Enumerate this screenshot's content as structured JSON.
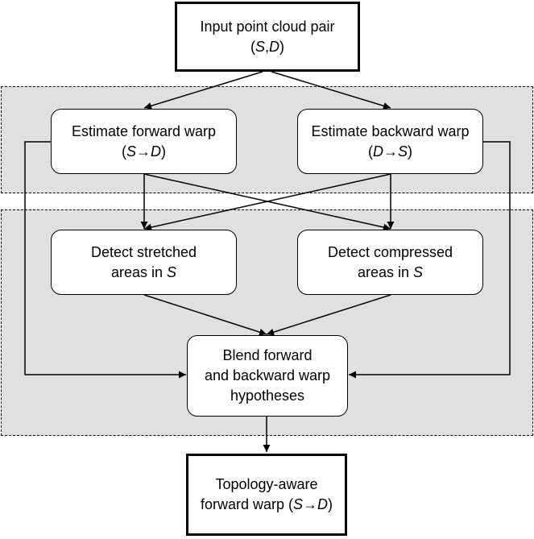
{
  "input_box": {
    "line1": "Input point cloud pair",
    "line2": {
      "open": "(",
      "s": "S",
      "sep": ",",
      "d": "D",
      "close": ")"
    }
  },
  "forward_box": {
    "line1": "Estimate forward warp",
    "line2": {
      "open": "(",
      "a": "S",
      "arrow": "→",
      "b": "D",
      "close": ")"
    }
  },
  "backward_box": {
    "line1": "Estimate backward warp",
    "line2": {
      "open": "(",
      "a": "D",
      "arrow": "→",
      "b": "S",
      "close": ")"
    }
  },
  "stretched_box": {
    "line1": "Detect stretched",
    "line2_prefix": "areas in ",
    "line2_var": "S"
  },
  "compressed_box": {
    "line1": "Detect compressed",
    "line2_prefix": "areas in ",
    "line2_var": "S"
  },
  "blend_box": {
    "line1": "Blend forward",
    "line2": "and backward warp",
    "line3": "hypotheses"
  },
  "output_box": {
    "line1": "Topology-aware",
    "line2_prefix": "forward warp (",
    "line2_a": "S",
    "line2_arrow": "→",
    "line2_b": "D",
    "line2_close": ")"
  }
}
